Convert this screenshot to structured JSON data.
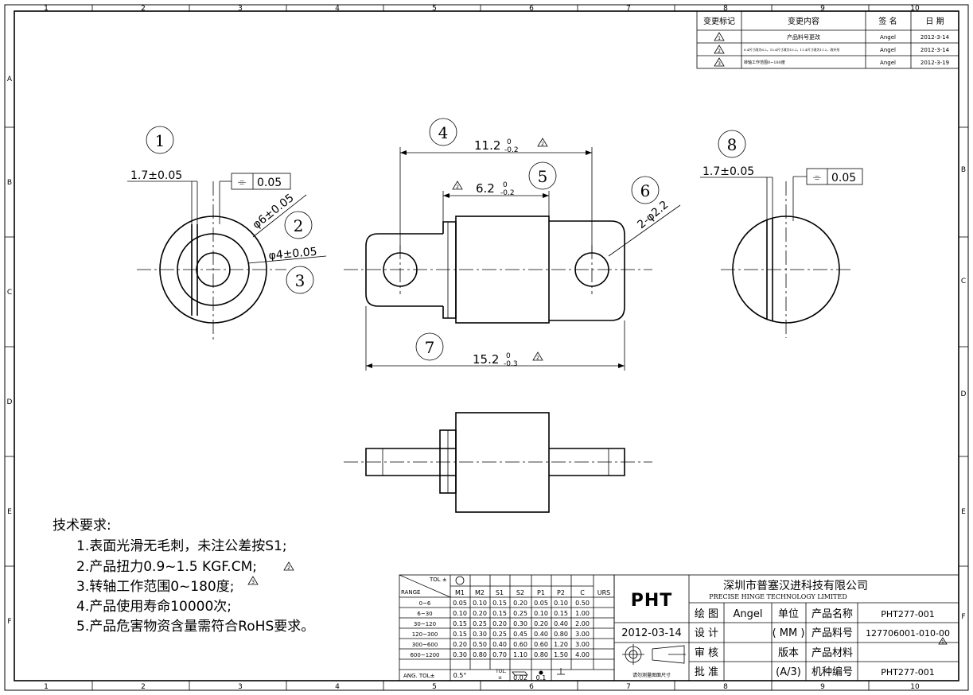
{
  "border": {
    "cols": [
      "1",
      "2",
      "3",
      "4",
      "5",
      "6",
      "7",
      "8",
      "9",
      "10"
    ],
    "rows": [
      "A",
      "B",
      "C",
      "D",
      "E",
      "F"
    ]
  },
  "revision_table": {
    "headers": [
      "变更标记",
      "变更内容",
      "签 名",
      "日 期"
    ],
    "rows": [
      {
        "mark": "1",
        "content": "产品料号更改",
        "sign": "Angel",
        "date": "2012-3-14"
      },
      {
        "mark": "2",
        "content": "6.4尺寸改为6.2，15.4尺寸改为15.2，11.4尺寸改为11.2，改外形",
        "sign": "Angel",
        "date": "2012-3-14"
      },
      {
        "mark": "3",
        "content": "转轴工作范围0~180度",
        "sign": "Angel",
        "date": "2012-3-19"
      }
    ]
  },
  "callouts": [
    "1",
    "2",
    "3",
    "4",
    "5",
    "6",
    "7",
    "8"
  ],
  "dimensions": {
    "left_thickness": "1.7±0.05",
    "left_flatness": "0.05",
    "outer_dia": "φ6±0.05",
    "inner_dia": "φ4±0.05",
    "top_len_main": "11.2",
    "top_len_main_upper": "0",
    "top_len_main_lower": "-0.2",
    "mid_len_main": "6.2",
    "mid_len_upper": "0",
    "mid_len_lower": "-0.2",
    "holes": "2-φ2.2",
    "total_len_main": "15.2",
    "total_len_upper": "0",
    "total_len_lower": "-0.3",
    "right_thickness": "1.7±0.05",
    "right_flatness": "0.05",
    "flatness_symbol": "⌯"
  },
  "tech_requirements": {
    "title": "技术要求:",
    "items": [
      "1.表面光滑无毛刺，未注公差按S1;",
      "2.产品扭力0.9~1.5 KGF.CM;",
      "3.转轴工作范围0~180度;",
      "4.产品使用寿命10000次;",
      "5.产品危害物资含量需符合RoHS要求。"
    ]
  },
  "tolerance_table": {
    "tol_label": "TOL ±",
    "range_label": "RANGE",
    "columns": [
      "M1",
      "M2",
      "S1",
      "S2",
      "P1",
      "P2",
      "C",
      "URS"
    ],
    "rows": [
      {
        "range": "0~6",
        "values": [
          "0.05",
          "0.10",
          "0.15",
          "0.20",
          "0.05",
          "0.10",
          "0.50",
          ""
        ]
      },
      {
        "range": "6~30",
        "values": [
          "0.10",
          "0.20",
          "0.15",
          "0.25",
          "0.10",
          "0.15",
          "1.00",
          ""
        ]
      },
      {
        "range": "30~120",
        "values": [
          "0.15",
          "0.25",
          "0.20",
          "0.30",
          "0.20",
          "0.40",
          "2.00",
          ""
        ]
      },
      {
        "range": "120~300",
        "values": [
          "0.15",
          "0.30",
          "0.25",
          "0.45",
          "0.40",
          "0.80",
          "3.00",
          ""
        ]
      },
      {
        "range": "300~600",
        "values": [
          "0.20",
          "0.50",
          "0.40",
          "0.60",
          "0.60",
          "1.20",
          "3.00",
          ""
        ]
      },
      {
        "range": "600~1200",
        "values": [
          "0.30",
          "0.80",
          "0.70",
          "1.10",
          "0.80",
          "1.50",
          "4.00",
          ""
        ]
      }
    ],
    "ang_label": "ANG.  TOL±",
    "ang_value": "0.5°",
    "tol_short": "TOL.",
    "tol_pm": "±",
    "flat_val": "0.02",
    "round_val": "0.1"
  },
  "title_block": {
    "logo": "PHT",
    "company_cn": "深圳市普塞汉进科技有限公司",
    "company_en": "PRECISE HINGE TECHNOLOGY LIMITED",
    "draw_label": "绘 图",
    "drawer": "Angel",
    "unit_label": "单位",
    "unit_value": "( MM )",
    "product_name_label": "产品名称",
    "product_name": "PHT277-001",
    "date": "2012-03-14",
    "design_label": "设 计",
    "part_no_label": "产品料号",
    "part_no": "127706001-010-00",
    "check_label": "审 核",
    "version_label": "版本",
    "material_label": "产品材料",
    "approve_label": "批 准",
    "version_value": "(A/3)",
    "model_label": "机种编号",
    "model_no": "PHT277-001",
    "measure_note": "请勿测量图面尺寸"
  }
}
